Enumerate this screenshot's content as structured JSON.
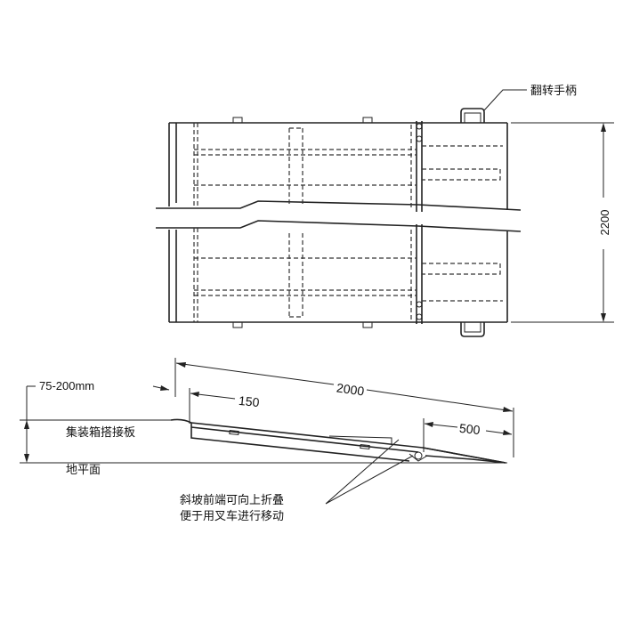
{
  "labels": {
    "flip_handle": "翻转手柄",
    "width": "2200",
    "height_range": "75-200mm",
    "length": "2000",
    "lip": "150",
    "front": "500",
    "container_plate": "集装箱搭接板",
    "ground": "地平面",
    "note_line1": "斜坡前端可向上折叠",
    "note_line2": "便于用叉车进行移动"
  }
}
